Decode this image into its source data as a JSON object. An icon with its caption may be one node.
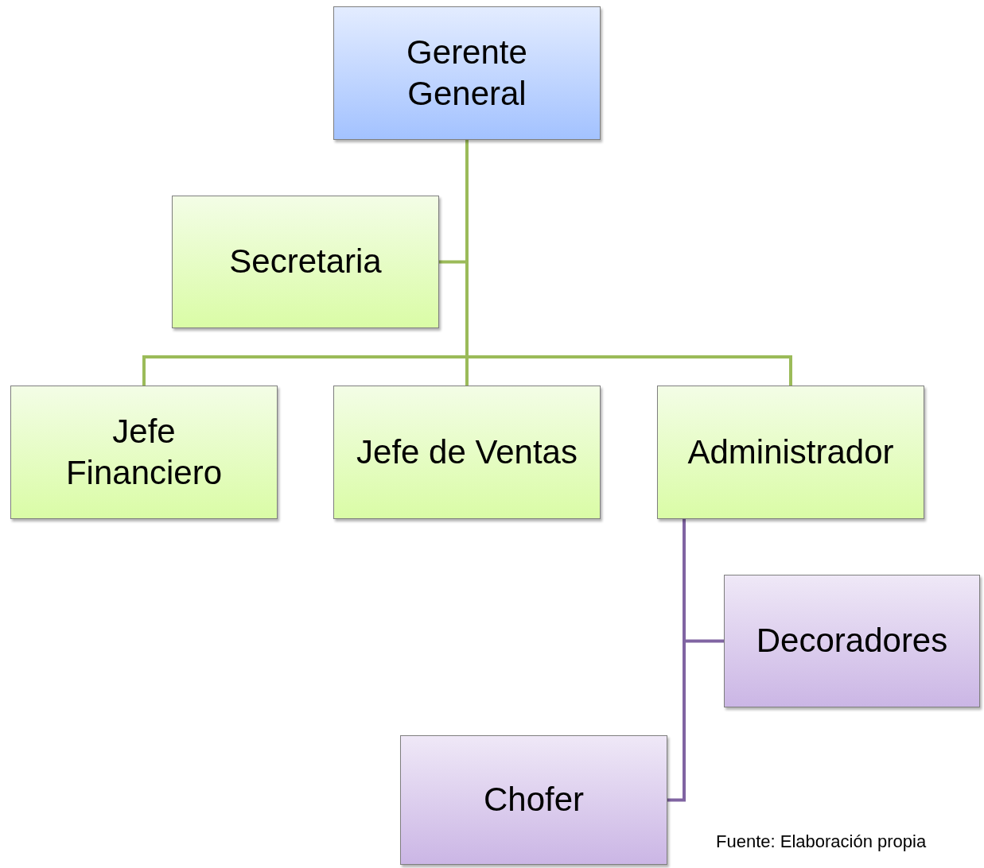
{
  "diagram": {
    "nodes": [
      {
        "text": [
          "Gerente General"
        ]
      },
      {
        "text": [
          "Secretaria"
        ]
      },
      {
        "text": [
          "Jefe Financiero"
        ]
      },
      {
        "text": [
          "Jefe de Ventas"
        ]
      },
      {
        "text": [
          "Administrador"
        ]
      },
      {
        "text": [
          "Decoradores"
        ]
      },
      {
        "text": [
          "Chofer"
        ]
      }
    ],
    "edges": [
      {
        "from": 0,
        "to": 1,
        "arrow": "none"
      },
      {
        "from": 0,
        "to": 2,
        "arrow": "none"
      },
      {
        "from": 0,
        "to": 3,
        "arrow": "none"
      },
      {
        "from": 0,
        "to": 4,
        "arrow": "none"
      },
      {
        "from": 4,
        "to": 5,
        "arrow": "none",
        "color": "#8064a2"
      },
      {
        "from": 4,
        "to": 6,
        "arrow": "none",
        "color": "#8064a2"
      }
    ],
    "labels": [
      "Fuente: Elaboración propia"
    ]
  }
}
